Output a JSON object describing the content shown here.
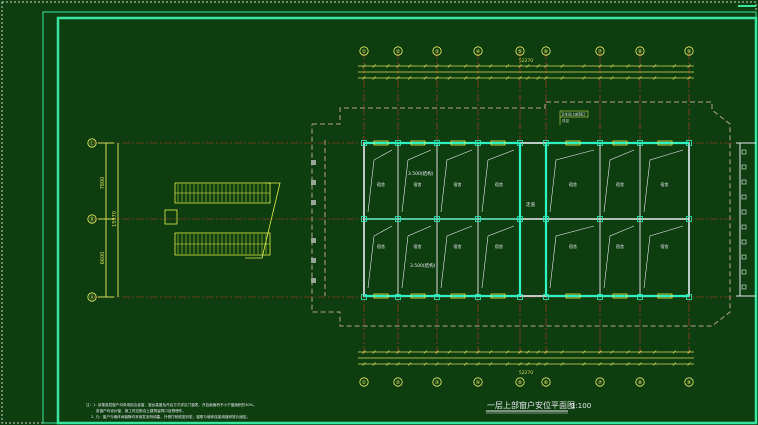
{
  "drawing": {
    "title": "一层上部窗户安位平面图",
    "scale": "1:100"
  },
  "grid_top": [
    "①",
    "②",
    "③",
    "④",
    "⑤",
    "⑥",
    "⑦",
    "⑧",
    "⑨"
  ],
  "grid_bottom": [
    "①",
    "②",
    "③",
    "④",
    "⑤",
    "⑥",
    "⑦",
    "⑧",
    "⑨"
  ],
  "grid_left": [
    "Ⓒ",
    "Ⓑ",
    "Ⓐ"
  ],
  "dims": {
    "top_total": "52270",
    "bottom_total": "52270",
    "left_total": "15970",
    "left_segments": [
      "7800",
      "6600"
    ]
  },
  "annotations": {
    "elev_upper": "3.500(结构)",
    "elev_lower": "3.500(结构)",
    "corridor": "走道",
    "callout": "卫生间上部洞口",
    "callout_sub": "详见",
    "room_labels": [
      "宿舍",
      "宿舍",
      "宿舍",
      "宿舍",
      "宿舍",
      "宿舍",
      "宿舍",
      "宿舍",
      "宿舍",
      "宿舍",
      "宿舍",
      "宿舍",
      "宿舍",
      "宿舍"
    ]
  },
  "notes": {
    "line1": "注：1. 该楼各层窗户均采用铝合金窗，窗台高度及开启方式详见门窗表，开启扇面积不小于窗面积的30%。",
    "line2": "各窗户均设纱窗，施工时应配合土建预留洞口及预埋件。",
    "line3": "2. 凡：窗户与墙体间缝隙均采用发泡剂填塞，外侧打耐候密封胶，窗框与墙体连接用镀锌铁片固定。"
  },
  "colors": {
    "background": "#0e3d10",
    "frame": "#39e6a0",
    "wall": "#e8ecf0",
    "axis": "#c0392b",
    "window": "#2ef2c2",
    "stair": "#e6f24a",
    "dim": "#d4dc58",
    "bubble": "#f1f36a",
    "dashed": "#b5a48a"
  }
}
